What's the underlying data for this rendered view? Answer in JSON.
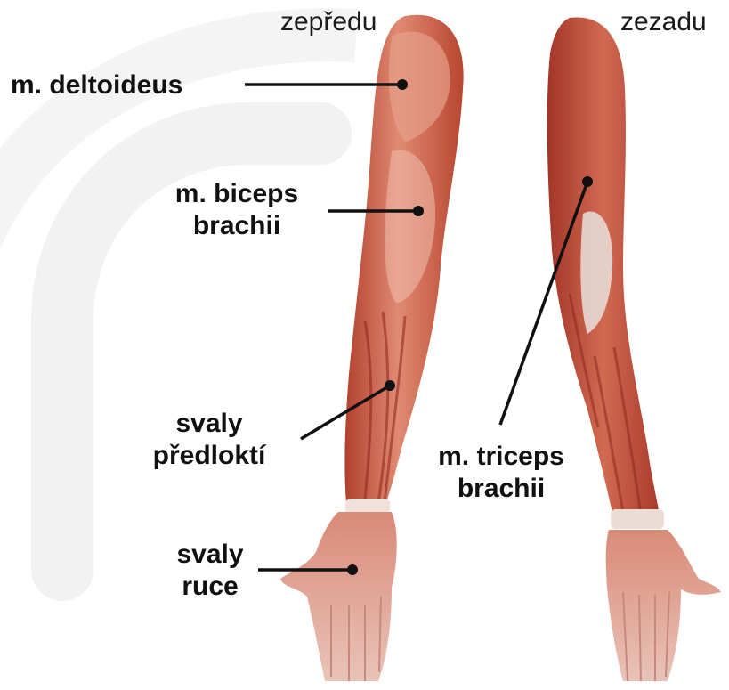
{
  "views": {
    "front": "zepředu",
    "back": "zezadu"
  },
  "labels": {
    "deltoid": {
      "line1": "m. deltoideus"
    },
    "biceps": {
      "line1": "m. biceps",
      "line2": "brachii"
    },
    "forearm": {
      "line1": "svaly",
      "line2": "předloktí"
    },
    "hand": {
      "line1": "svaly",
      "line2": "ruce"
    },
    "triceps": {
      "line1": "m. triceps",
      "line2": "brachii"
    }
  },
  "colors": {
    "muscle_dark": "#a8382a",
    "muscle_mid": "#c9553f",
    "muscle_light": "#e79a82",
    "tendon": "#efe4dc",
    "pointer": "#111111",
    "watermark": "#f1f1f1"
  }
}
